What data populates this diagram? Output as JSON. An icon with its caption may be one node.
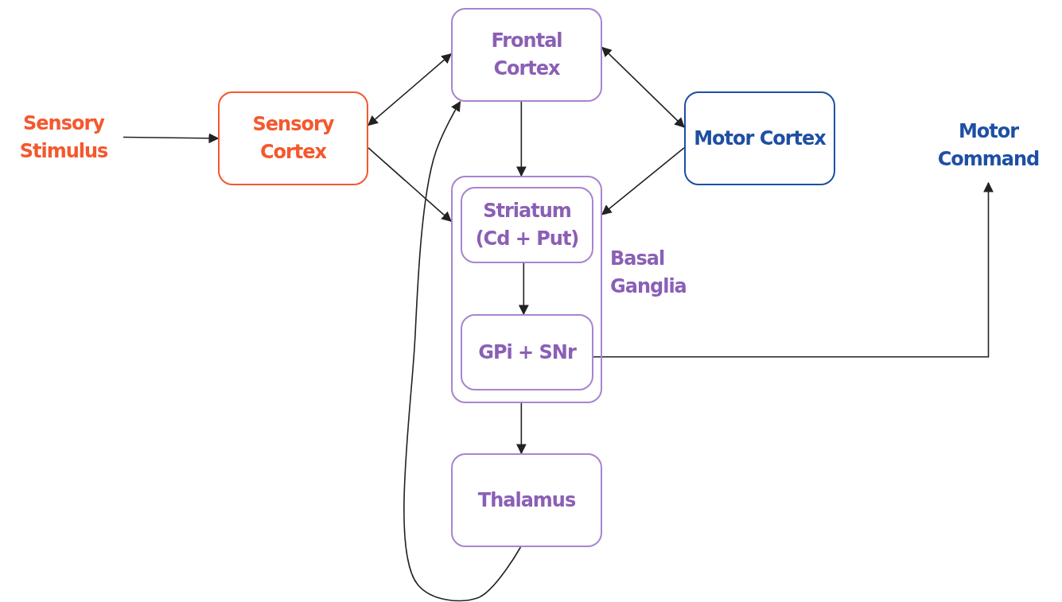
{
  "diagram": {
    "nodes": [
      {
        "text": [
          "Sensory Stimulus"
        ]
      },
      {
        "text": [
          "Sensory Cortex"
        ]
      },
      {
        "text": [
          "Frontal Cortex"
        ]
      },
      {
        "text": [
          "Motor Cortex"
        ]
      },
      {
        "text": [
          "Motor Command"
        ]
      },
      {
        "text": [
          "Basal Ganglia"
        ]
      },
      {
        "text": [
          "Striatum (Cd + Put)"
        ],
        "in": 5
      },
      {
        "text": [
          "GPi + SNr"
        ],
        "in": 5
      },
      {
        "text": [
          "Thalamus"
        ]
      }
    ],
    "edges": [
      {
        "from": 0,
        "to": 1,
        "arrow": "to"
      },
      {
        "from": 1,
        "to": 2,
        "arrow": "both"
      },
      {
        "from": 2,
        "to": 3,
        "arrow": "both"
      },
      {
        "from": 2,
        "to": 5,
        "arrow": "to"
      },
      {
        "from": 1,
        "to": 5,
        "arrow": "to"
      },
      {
        "from": 3,
        "to": 5,
        "arrow": "to"
      },
      {
        "from": 6,
        "to": 7,
        "arrow": "to"
      },
      {
        "from": 7,
        "to": 4,
        "arrow": "to"
      },
      {
        "from": 5,
        "to": 8,
        "arrow": "to"
      },
      {
        "from": 8,
        "to": 2,
        "arrow": "to"
      }
    ]
  }
}
